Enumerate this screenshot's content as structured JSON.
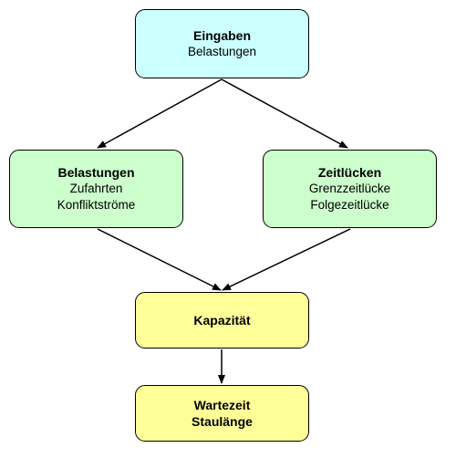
{
  "nodes": {
    "eingaben": {
      "title": "Eingaben",
      "lines": [
        "Belastungen"
      ],
      "fill": "#ccffff"
    },
    "belastungen": {
      "title": "Belastungen",
      "lines": [
        "Zufahrten",
        "Konfliktströme"
      ],
      "fill": "#ccffcc"
    },
    "zeitluecken": {
      "title": "Zeitlücken",
      "lines": [
        "Grenzzeitlücke",
        "Folgezeitlücke"
      ],
      "fill": "#ccffcc"
    },
    "kapazitaet": {
      "title": "Kapazität",
      "lines": [],
      "fill": "#ffff99"
    },
    "wartezeit": {
      "title": "",
      "lines": [
        "Wartezeit",
        "Staulänge"
      ],
      "fill": "#ffff99"
    }
  },
  "edges": [
    {
      "from": "eingaben",
      "to": "belastungen"
    },
    {
      "from": "eingaben",
      "to": "zeitluecken"
    },
    {
      "from": "belastungen",
      "to": "kapazitaet"
    },
    {
      "from": "zeitluecken",
      "to": "kapazitaet"
    },
    {
      "from": "kapazitaet",
      "to": "wartezeit"
    }
  ],
  "colors": {
    "border": "#000000",
    "arrow": "#000000"
  }
}
